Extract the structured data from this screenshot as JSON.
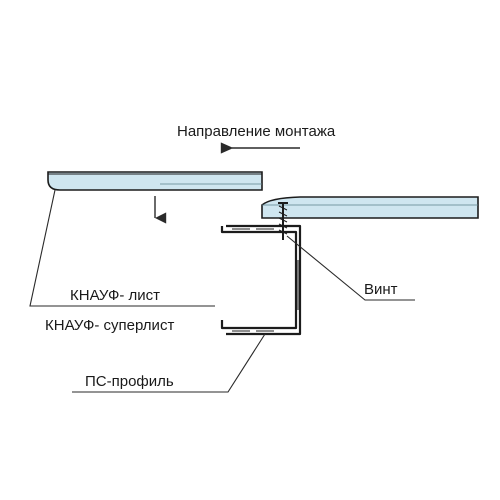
{
  "diagram": {
    "direction_label": "Направление монтажа",
    "labels": {
      "knauf_sheet": "КНАУФ- лист",
      "knauf_supersheet": "КНАУФ- суперлист",
      "ps_profile": "ПС-профиль",
      "screw": "Винт"
    },
    "colors": {
      "board_fill": "#cfe6f0",
      "outline": "#1c1c1c",
      "leader": "#2a2a2a"
    }
  }
}
